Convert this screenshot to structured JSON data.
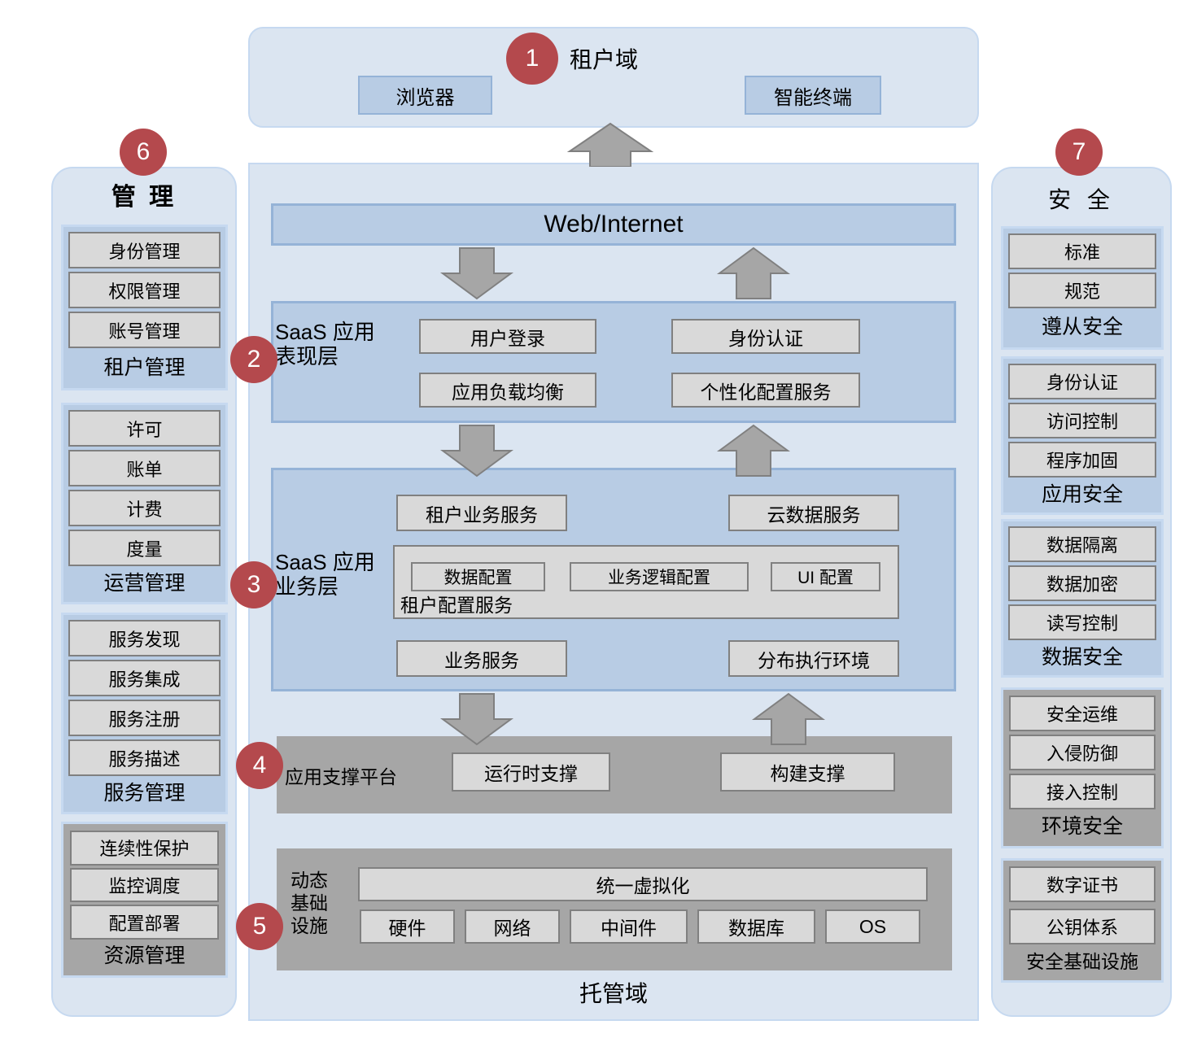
{
  "colors": {
    "badge": "#b4494d",
    "panel_fill": "#dbe5f1",
    "panel_border": "#c6d9f0",
    "blue_tile": "#b8cce4",
    "blue_tile_border": "#95b3d7",
    "gray_item": "#d9d9d9",
    "gray_item_border": "#808080",
    "gray_band": "#a6a6a6"
  },
  "badges": {
    "b1": "1",
    "b2": "2",
    "b3": "3",
    "b4": "4",
    "b5": "5",
    "b6": "6",
    "b7": "7"
  },
  "tenant_domain": {
    "title": "租户域",
    "tiles": [
      {
        "label": "浏览器"
      },
      {
        "label": "智能终端"
      }
    ]
  },
  "hosting_domain": {
    "title": "托管域",
    "web_band": {
      "label": "Web/Internet"
    },
    "presentation_layer": {
      "label_line1": "SaaS 应用",
      "label_line2": "表现层",
      "items": [
        {
          "label": "用户登录"
        },
        {
          "label": "身份认证"
        },
        {
          "label": "应用负载均衡"
        },
        {
          "label": "个性化配置服务"
        }
      ]
    },
    "business_layer": {
      "label_line1": "SaaS 应用",
      "label_line2": "业务层",
      "items_top": [
        {
          "label": "租户业务服务"
        },
        {
          "label": "云数据服务"
        }
      ],
      "config_service": {
        "title": "租户配置服务",
        "items": [
          {
            "label": "数据配置"
          },
          {
            "label": "业务逻辑配置"
          },
          {
            "label": "UI 配置"
          }
        ]
      },
      "items_bottom": [
        {
          "label": "业务服务"
        },
        {
          "label": "分布执行环境"
        }
      ]
    },
    "support_platform": {
      "label": "应用支撑平台",
      "items": [
        {
          "label": "运行时支撑"
        },
        {
          "label": "构建支撑"
        }
      ]
    },
    "infrastructure": {
      "label_line1": "动态",
      "label_line2": "基础",
      "label_line3": "设施",
      "virtualization": {
        "label": "统一虚拟化"
      },
      "items": [
        {
          "label": "硬件"
        },
        {
          "label": "网络"
        },
        {
          "label": "中间件"
        },
        {
          "label": "数据库"
        },
        {
          "label": "OS"
        }
      ]
    }
  },
  "management_panel": {
    "title": "管 理",
    "groups": [
      {
        "title": "租户管理",
        "style": "blue",
        "items": [
          {
            "label": "身份管理"
          },
          {
            "label": "权限管理"
          },
          {
            "label": "账号管理"
          }
        ]
      },
      {
        "title": "运营管理",
        "style": "blue",
        "items": [
          {
            "label": "许可"
          },
          {
            "label": "账单"
          },
          {
            "label": "计费"
          },
          {
            "label": "度量"
          }
        ]
      },
      {
        "title": "服务管理",
        "style": "blue",
        "items": [
          {
            "label": "服务发现"
          },
          {
            "label": "服务集成"
          },
          {
            "label": "服务注册"
          },
          {
            "label": "服务描述"
          }
        ]
      },
      {
        "title": "资源管理",
        "style": "gray",
        "items": [
          {
            "label": "连续性保护"
          },
          {
            "label": "监控调度"
          },
          {
            "label": "配置部署"
          }
        ]
      }
    ]
  },
  "security_panel": {
    "title": "安 全",
    "groups": [
      {
        "title": "遵从安全",
        "style": "blue",
        "items": [
          {
            "label": "标准"
          },
          {
            "label": "规范"
          }
        ]
      },
      {
        "title": "应用安全",
        "style": "blue",
        "items": [
          {
            "label": "身份认证"
          },
          {
            "label": "访问控制"
          },
          {
            "label": "程序加固"
          }
        ]
      },
      {
        "title": "数据安全",
        "style": "blue",
        "items": [
          {
            "label": "数据隔离"
          },
          {
            "label": "数据加密"
          },
          {
            "label": "读写控制"
          }
        ]
      },
      {
        "title": "环境安全",
        "style": "gray",
        "items": [
          {
            "label": "安全运维"
          },
          {
            "label": "入侵防御"
          },
          {
            "label": "接入控制"
          }
        ]
      },
      {
        "title": "安全基础设施",
        "style": "gray",
        "items": [
          {
            "label": "数字证书"
          },
          {
            "label": "公钥体系"
          }
        ]
      }
    ]
  }
}
